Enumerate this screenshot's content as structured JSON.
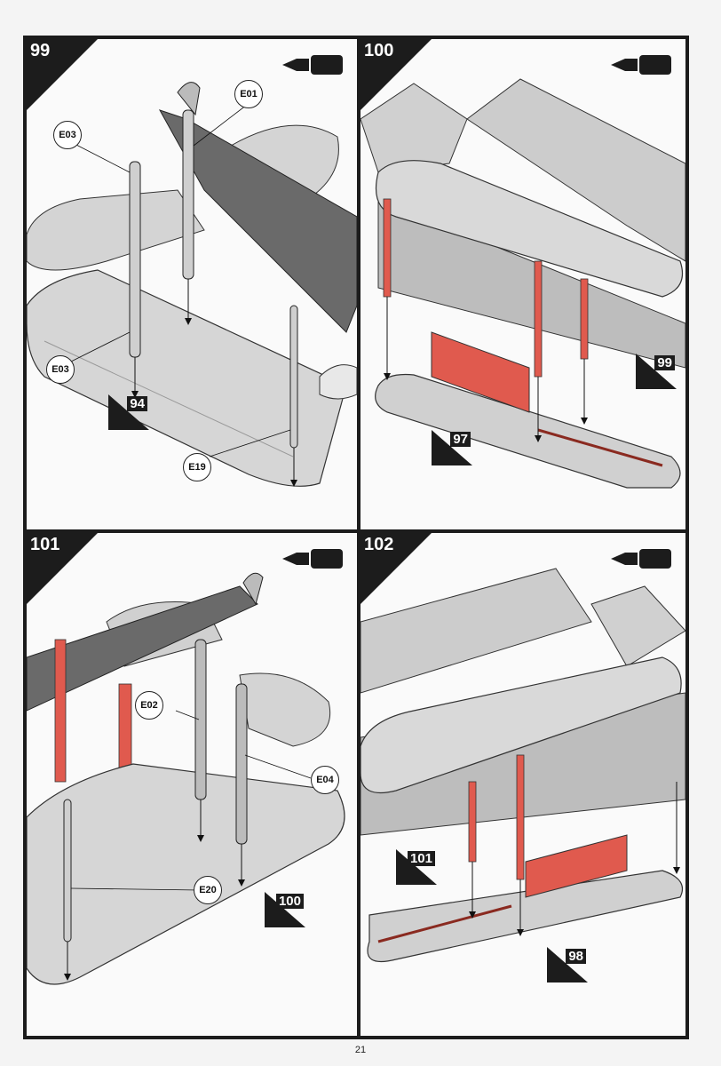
{
  "page": {
    "number": "21"
  },
  "steps": [
    {
      "step": "99",
      "parts": [
        "E01",
        "E03",
        "E03",
        "E19"
      ],
      "refs": [
        "94"
      ]
    },
    {
      "step": "100",
      "refs": [
        "99",
        "97"
      ]
    },
    {
      "step": "101",
      "parts": [
        "E02",
        "E04",
        "E20"
      ],
      "refs": [
        "100"
      ]
    },
    {
      "step": "102",
      "refs": [
        "101",
        "98"
      ]
    }
  ],
  "icons": {
    "glue": "glue-tube-icon"
  },
  "colors": {
    "highlight_red": "#e05a4e",
    "metal_grey": "#c8c8c8",
    "frame": "#1c1c1c"
  }
}
